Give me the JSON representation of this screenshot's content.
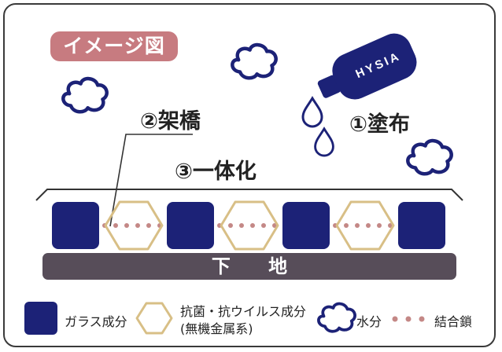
{
  "badge": "イメージ図",
  "labels": {
    "apply": "①塗布",
    "bridge": "②架橋",
    "unify": "③一体化"
  },
  "base_label": "下 地",
  "bottle_text": "HYSIA",
  "legend": {
    "glass": "ガラス成分",
    "antibacterial_line1": "抗菌・抗ウイルス成分",
    "antibacterial_line2": "(無機金属系)",
    "water": "水分",
    "bond": "結合鎖"
  },
  "colors": {
    "navy": "#1c2277",
    "gold": "#d8bf86",
    "dots": "#c48886",
    "badge": "#c77b80",
    "base": "#574d59"
  }
}
